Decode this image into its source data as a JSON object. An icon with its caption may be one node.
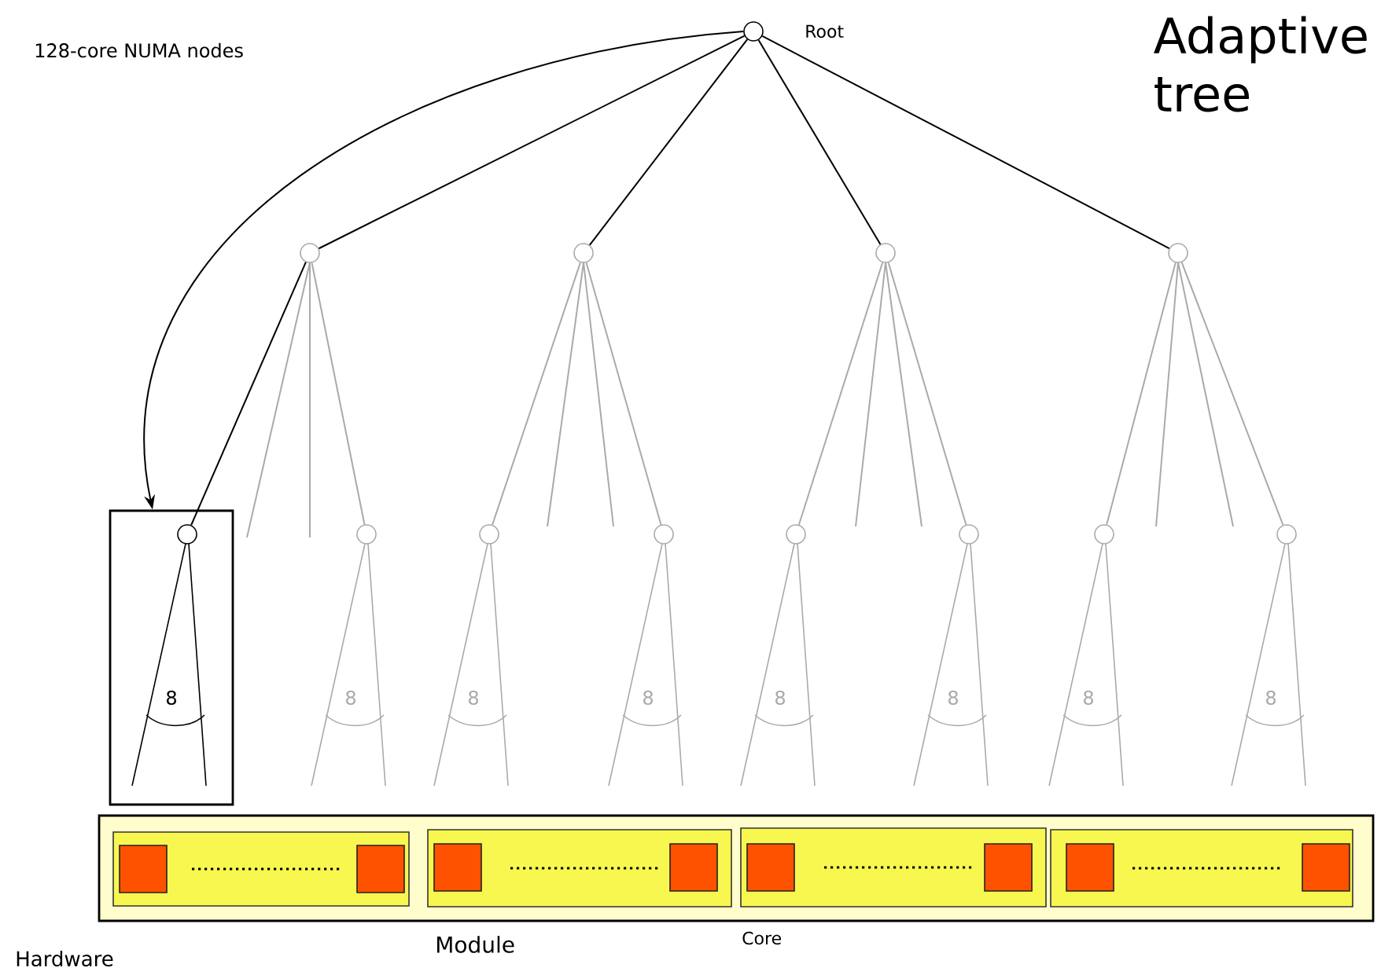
{
  "diagram": {
    "title": "Adaptive tree",
    "nodes": [
      {
        "text": [],
        "shape": "circle",
        "beside": [
          "Root"
        ]
      },
      {
        "text": [],
        "shape": "circle"
      },
      {
        "text": [],
        "shape": "circle"
      },
      {
        "text": [],
        "shape": "circle"
      },
      {
        "text": [],
        "shape": "circle"
      },
      {
        "text": [],
        "shape": "box"
      },
      {
        "text": [],
        "shape": "circle",
        "in": 5
      },
      {
        "text": [],
        "shape": "circle"
      },
      {
        "text": [],
        "shape": "circle"
      },
      {
        "text": [],
        "shape": "circle"
      },
      {
        "text": [],
        "shape": "circle"
      },
      {
        "text": [],
        "shape": "circle"
      },
      {
        "text": [],
        "shape": "circle"
      },
      {
        "text": [],
        "shape": "circle"
      },
      {
        "text": [],
        "shape": "box",
        "beside": [
          "Hardware"
        ]
      },
      {
        "text": [],
        "shape": "box",
        "in": 14
      },
      {
        "text": [],
        "shape": "box",
        "in": 14
      },
      {
        "text": [],
        "shape": "box",
        "in": 14
      },
      {
        "text": [],
        "shape": "box",
        "in": 14
      },
      {
        "text": [],
        "shape": "box",
        "in": 15
      },
      {
        "text": [],
        "shape": "box",
        "in": 15
      },
      {
        "text": [],
        "shape": "box",
        "in": 16
      },
      {
        "text": [],
        "shape": "box",
        "in": 16
      },
      {
        "text": [],
        "shape": "box",
        "in": 17
      },
      {
        "text": [],
        "shape": "box",
        "in": 17
      },
      {
        "text": [],
        "shape": "box",
        "in": 18
      },
      {
        "text": [],
        "shape": "box",
        "in": 18
      }
    ],
    "edges": [
      {
        "from": 0,
        "to": 1,
        "arrow": "none",
        "color": "#000000"
      },
      {
        "from": 0,
        "to": 2,
        "arrow": "none",
        "color": "#000000"
      },
      {
        "from": 0,
        "to": 3,
        "arrow": "none",
        "color": "#000000"
      },
      {
        "from": 0,
        "to": 4,
        "arrow": "none",
        "color": "#000000"
      },
      {
        "from": 0,
        "to": 5,
        "arrow": "to",
        "color": "#000000"
      },
      {
        "from": 1,
        "to": 6,
        "arrow": "none",
        "color": "#000000"
      },
      {
        "from": 1,
        "to": 7,
        "arrow": "none"
      },
      {
        "from": 2,
        "to": 8,
        "arrow": "none"
      },
      {
        "from": 2,
        "to": 9,
        "arrow": "none"
      },
      {
        "from": 3,
        "to": 10,
        "arrow": "none"
      },
      {
        "from": 3,
        "to": 11,
        "arrow": "none"
      },
      {
        "from": 4,
        "to": 12,
        "arrow": "none"
      },
      {
        "from": 4,
        "to": 13,
        "arrow": "none"
      }
    ],
    "labels": [
      "128-core NUMA nodes",
      "8",
      "8",
      "8",
      "8",
      "8",
      "8",
      "8",
      "8",
      "Module",
      "Core"
    ]
  }
}
